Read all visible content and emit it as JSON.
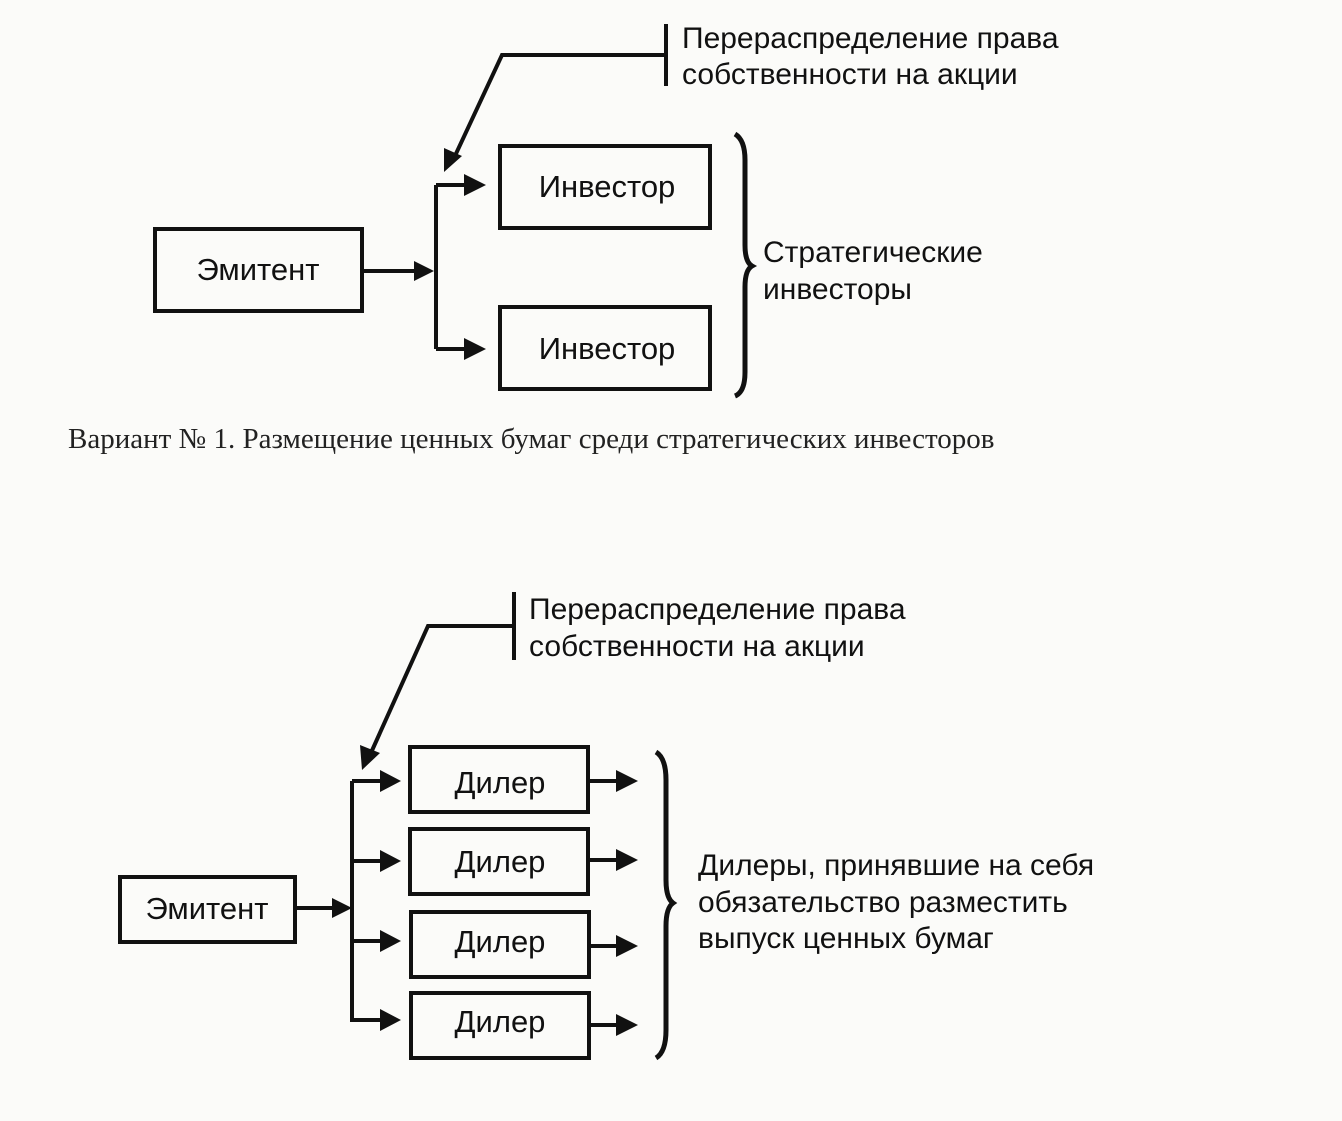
{
  "diagram1": {
    "issuer": "Эмитент",
    "investors": [
      "Инвестор",
      "Инвестор"
    ],
    "note_lines": [
      "Перераспределение права",
      "собственности на акции"
    ],
    "group_label_lines": [
      "Стратегические",
      "инвесторы"
    ],
    "caption": "Вариант № 1. Размещение ценных бумаг среди стратегических инвесторов"
  },
  "diagram2": {
    "issuer": "Эмитент",
    "dealers": [
      "Дилер",
      "Дилер",
      "Дилер",
      "Дилер"
    ],
    "note_lines": [
      "Перераспределение права",
      "собственности на акции"
    ],
    "group_label_lines": [
      "Дилеры, принявшие на себя",
      "обязательство разместить",
      "выпуск ценных бумаг"
    ]
  }
}
